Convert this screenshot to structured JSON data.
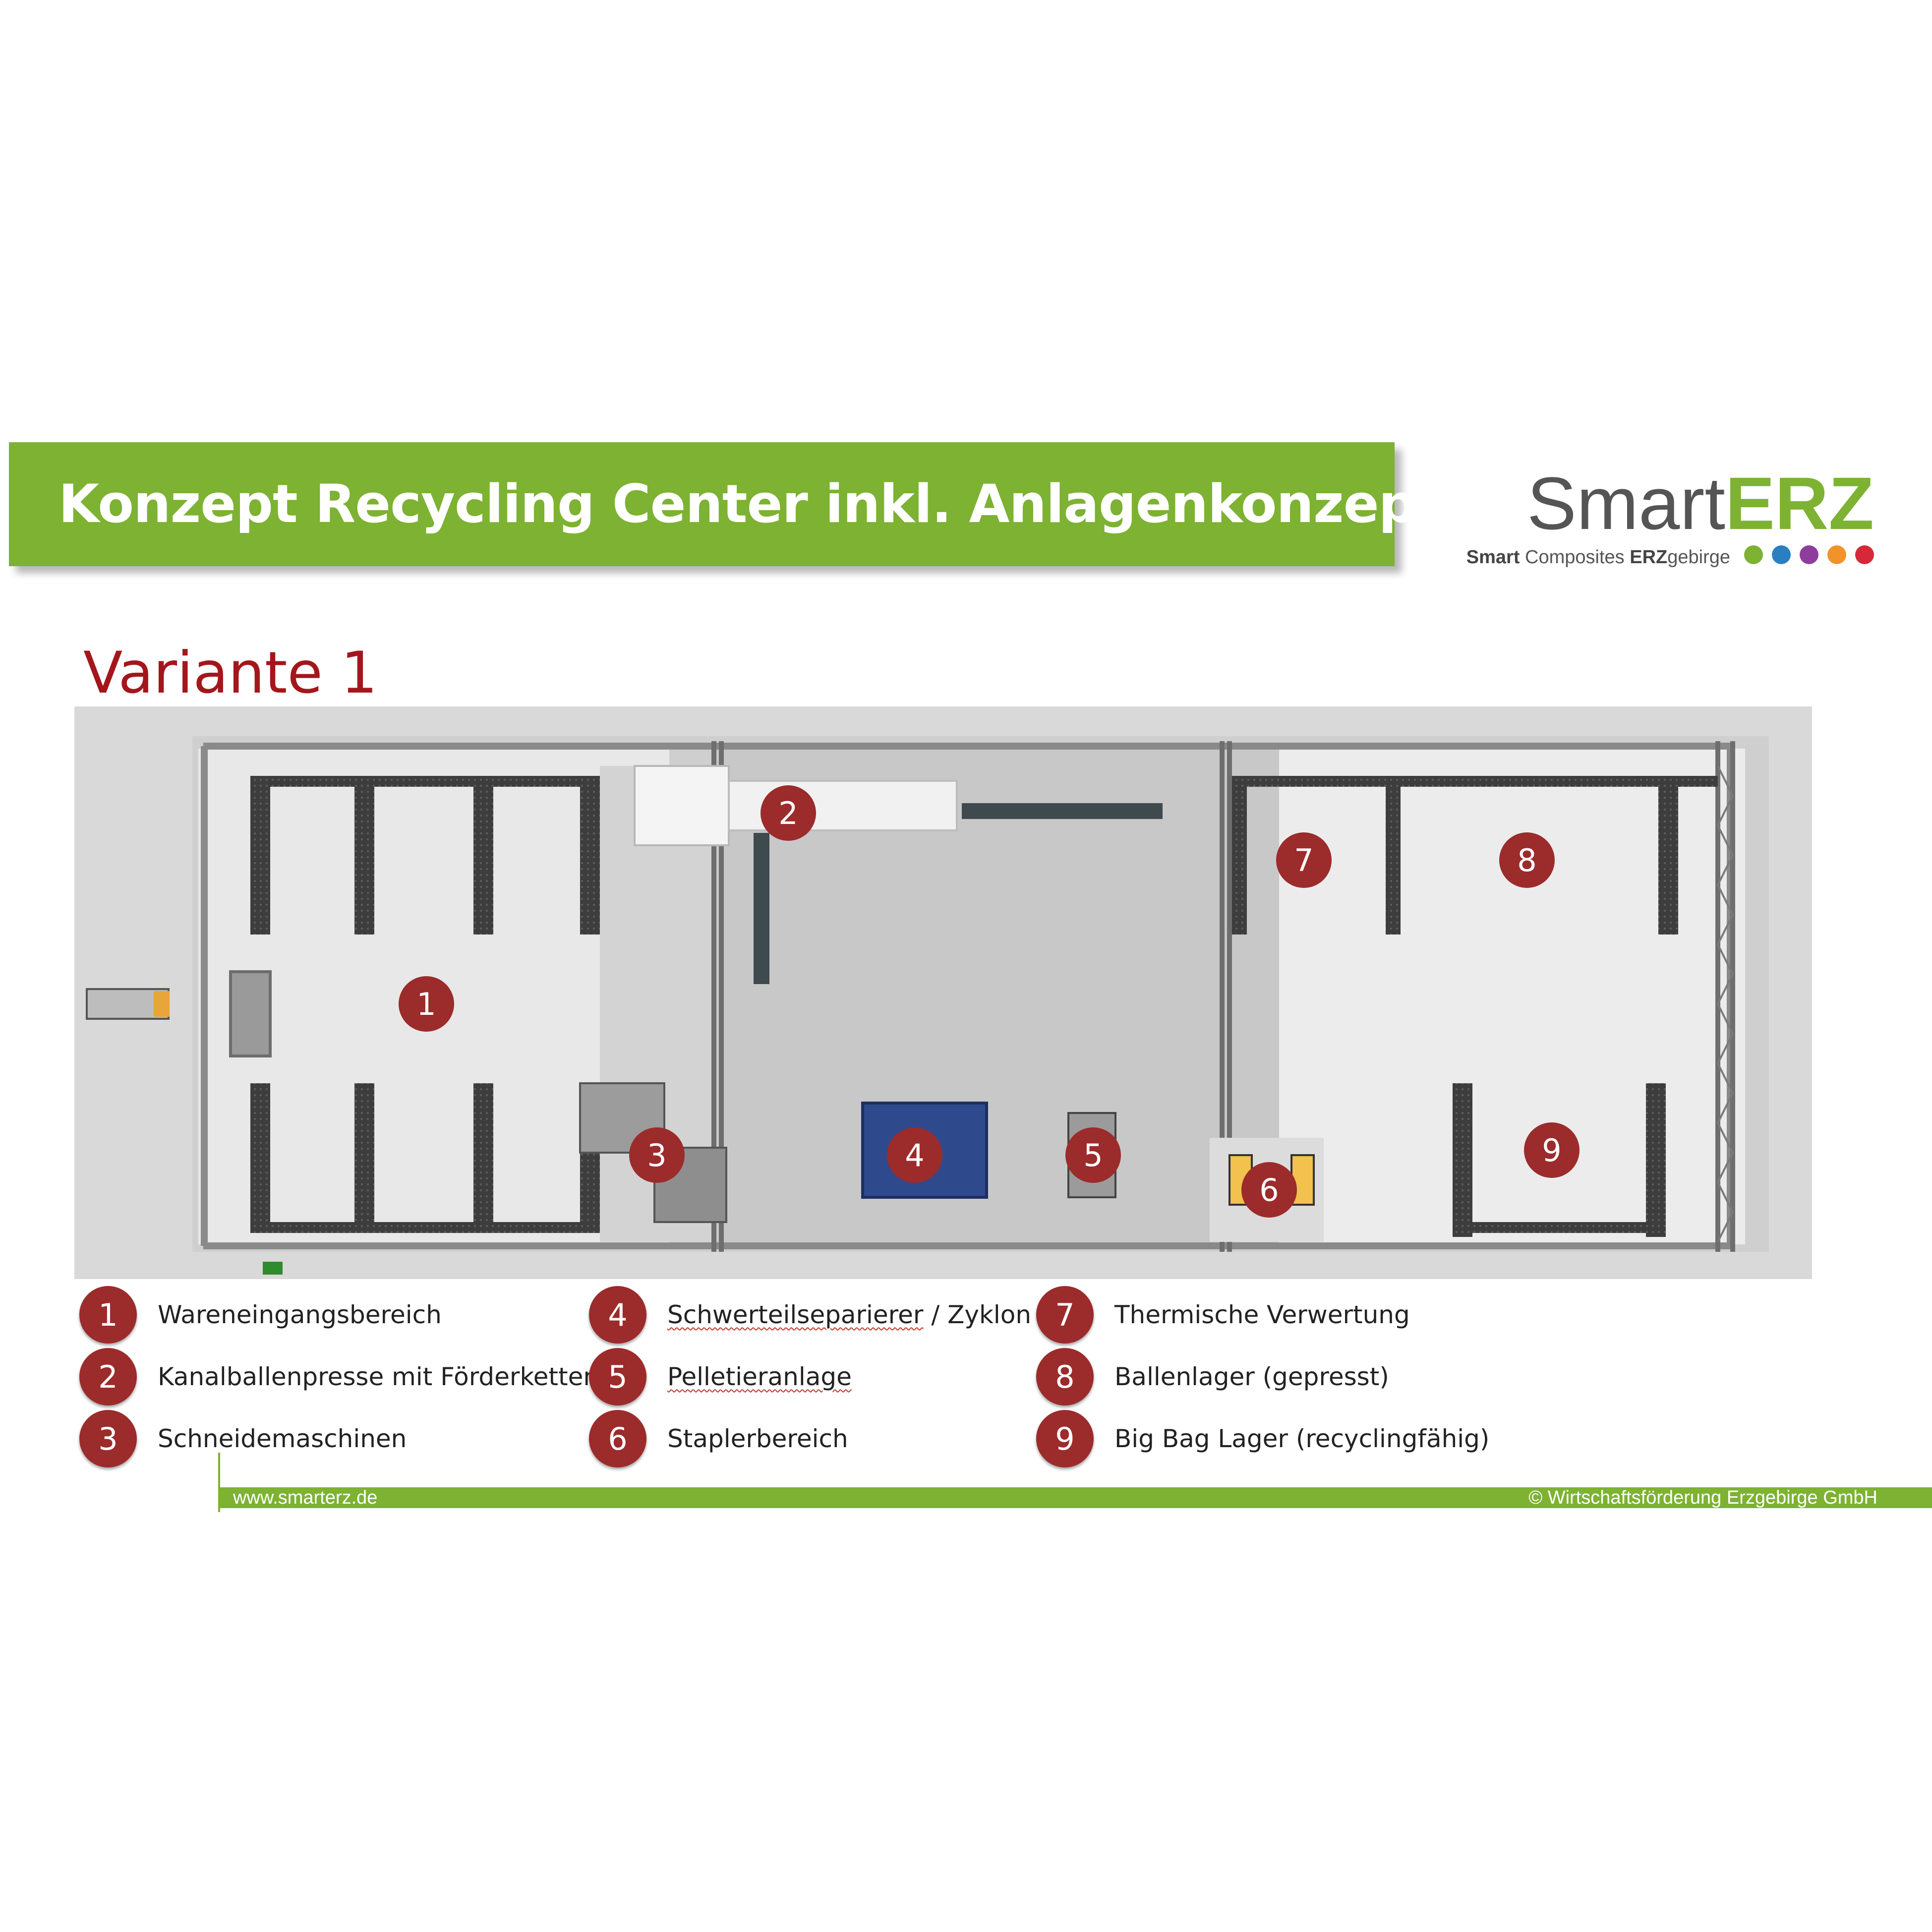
{
  "header": {
    "title": "Konzept Recycling Center inkl. Anlagenkonzept"
  },
  "logo": {
    "word_smart": "Smart",
    "word_erz": "ERZ",
    "tag_smart": "Smart",
    "tag_composites": "Composites",
    "tag_erz": "ERZ",
    "tag_gebirge": "gebirge",
    "dots": [
      "#7db232",
      "#2a7fc1",
      "#8e3d9c",
      "#f0932b",
      "#d62839"
    ]
  },
  "variant_title": "Variante 1",
  "colors": {
    "accent_green": "#7db232",
    "marker_red": "#9c2b2b",
    "title_red": "#a3171c"
  },
  "legend": [
    {
      "number": "1",
      "label": "Wareneingangsbereich"
    },
    {
      "number": "2",
      "label": "Kanalballenpresse mit Förderketten"
    },
    {
      "number": "3",
      "label": "Schneidemaschinen"
    },
    {
      "number": "4",
      "label": "Schwerteilseparierer",
      "label_suffix": " / Zyklon"
    },
    {
      "number": "5",
      "label": "Pelletieranlage"
    },
    {
      "number": "6",
      "label": "Staplerbereich"
    },
    {
      "number": "7",
      "label": "Thermische Verwertung"
    },
    {
      "number": "8",
      "label": "Ballenlager (gepresst)"
    },
    {
      "number": "9",
      "label": "Big Bag Lager (recyclingfähig)"
    }
  ],
  "footer": {
    "website": "www.smarterz.de",
    "copyright": "© Wirtschaftsförderung Erzgebirge GmbH"
  }
}
